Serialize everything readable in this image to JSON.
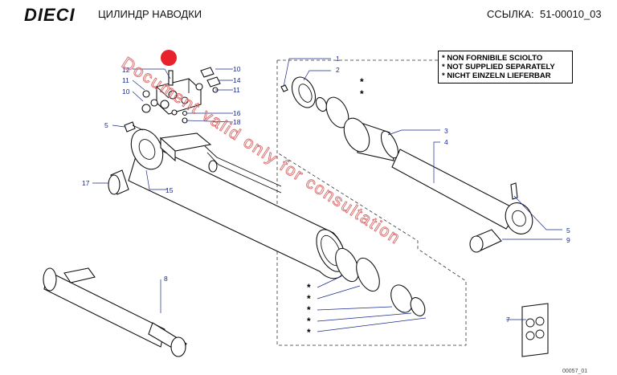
{
  "header": {
    "brand": "DIECI",
    "title": "ЦИЛИНДР НАВОДКИ",
    "ref_label": "ССЫЛКА:",
    "ref_value": "51-00010_03"
  },
  "note_box": {
    "lines": [
      "* NON FORNIBILE SCIOLTO",
      "* NOT SUPPLIED SEPARATELY",
      "* NICHT EINZELN LIEFERBAR"
    ]
  },
  "watermark": "Document valid only for consultation",
  "marker_color": "#e8212b",
  "callouts": {
    "c1": "1",
    "c2": "2",
    "c3": "3",
    "c4": "4",
    "c5a": "5",
    "c5b": "5",
    "c7": "7",
    "c8": "8",
    "c9": "9",
    "c10a": "10",
    "c10b": "10",
    "c11a": "11",
    "c11b": "11",
    "c12": "12",
    "c14": "14",
    "c15": "15",
    "c16": "16",
    "c17": "17",
    "c18": "18"
  },
  "star": "*",
  "footer_id": "00057_01"
}
